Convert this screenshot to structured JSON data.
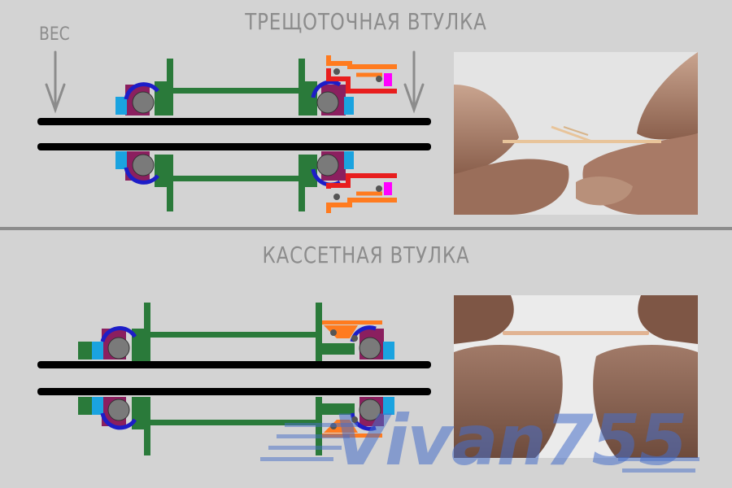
{
  "sections": {
    "ratchet": {
      "title": "ТРЕЩОТОЧНАЯ ВТУЛКА",
      "weight_label": "ВЕС"
    },
    "cassette": {
      "title": "КАССЕТНАЯ ВТУЛКА"
    }
  },
  "watermark": {
    "text": "Vivan755"
  },
  "colors": {
    "background": "#d3d3d3",
    "axle": "#000000",
    "hub_body": "#2a7a3a",
    "bearing_ball": "#7a7a7a",
    "bearing_race": "#8b1f5f",
    "bearing_seal": "#1d1dc8",
    "bearing_cap": "#1aa3e0",
    "pawl": "#ff7b1f",
    "ratchet_ring": "#e81e1e",
    "spring": "#ff00ff",
    "arrow": "#8c8c8c",
    "divider": "#8c8c8c",
    "watermark": "#4a6fc9"
  }
}
